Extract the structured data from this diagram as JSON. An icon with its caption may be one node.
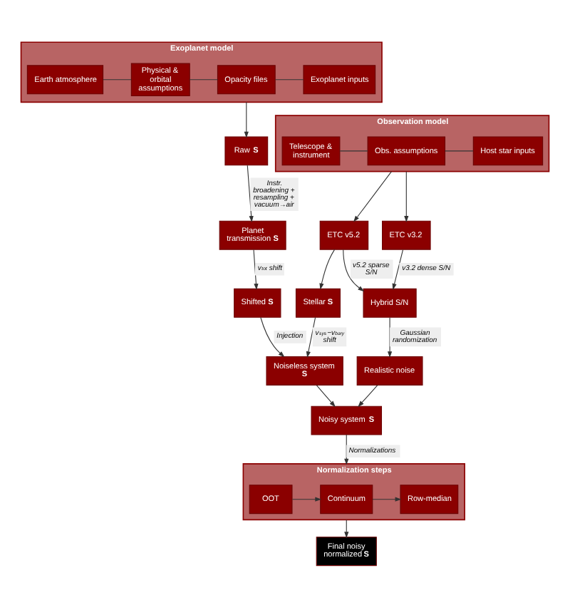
{
  "diagram": {
    "nodes": [
      {
        "text": [
          "Exoplanet model"
        ]
      },
      {
        "text": [
          "Earth atmosphere"
        ],
        "in": 0
      },
      {
        "text": [
          "Physical & orbital assumptions"
        ],
        "in": 0
      },
      {
        "text": [
          "Opacity files"
        ],
        "in": 0
      },
      {
        "text": [
          "Exoplanet inputs"
        ],
        "in": 0
      },
      {
        "text": [
          "Observation model"
        ]
      },
      {
        "text": [
          "Telescope & instrument"
        ],
        "in": 5
      },
      {
        "text": [
          "Obs. assumptions"
        ],
        "in": 5
      },
      {
        "text": [
          "Host star inputs"
        ],
        "in": 5
      },
      {
        "text": [
          "Raw **S**"
        ]
      },
      {
        "text": [
          "ETC v3.2"
        ]
      },
      {
        "text": [
          "ETC v5.2"
        ]
      },
      {
        "text": [
          "Planet transmission **S**"
        ]
      },
      {
        "text": [
          "Hybrid S/N"
        ]
      },
      {
        "text": [
          "Stellar **S**"
        ]
      },
      {
        "text": [
          "Shifted **S**"
        ]
      },
      {
        "text": [
          "Realistic noise"
        ]
      },
      {
        "text": [
          "Noiseless system **S**"
        ]
      },
      {
        "text": [
          "Noisy system **S**"
        ]
      },
      {
        "text": [
          "Normalization steps"
        ]
      },
      {
        "text": [
          "OOT"
        ],
        "in": 19
      },
      {
        "text": [
          "Continuum"
        ],
        "in": 19
      },
      {
        "text": [
          "Row-median"
        ],
        "in": 19
      },
      {
        "text": [
          "Final noisy normalized **S**"
        ]
      }
    ],
    "edges": [
      {
        "from": 1,
        "to": 2,
        "arrow": "none"
      },
      {
        "from": 2,
        "to": 3,
        "arrow": "none"
      },
      {
        "from": 3,
        "to": 4,
        "arrow": "none"
      },
      {
        "from": 0,
        "to": 9,
        "arrow": "to"
      },
      {
        "from": 9,
        "to": 12,
        "arrow": "to",
        "label": "Instr. broadening + resampling + vacuum→air"
      },
      {
        "from": 6,
        "to": 7,
        "arrow": "none"
      },
      {
        "from": 7,
        "to": 8,
        "arrow": "none"
      },
      {
        "from": 5,
        "to": 10,
        "arrow": "to"
      },
      {
        "from": 5,
        "to": 11,
        "arrow": "to"
      },
      {
        "from": 10,
        "to": 13,
        "arrow": "to",
        "label": "v3.2 dense S/N"
      },
      {
        "from": 11,
        "to": 13,
        "arrow": "to",
        "label": "v5.2 sparse S/N"
      },
      {
        "from": 11,
        "to": 14,
        "arrow": "to"
      },
      {
        "from": 12,
        "to": 15,
        "arrow": "to",
        "label": "v$_{tot}$ shift"
      },
      {
        "from": 13,
        "to": 16,
        "arrow": "to",
        "label": "Gaussian randomization"
      },
      {
        "from": 14,
        "to": 17,
        "arrow": "to",
        "label": "v$_{sys}$−v$_{bary}$ shift"
      },
      {
        "from": 15,
        "to": 17,
        "arrow": "to",
        "label": "Injection"
      },
      {
        "from": 16,
        "to": 18,
        "arrow": "to"
      },
      {
        "from": 17,
        "to": 18,
        "arrow": "to"
      },
      {
        "from": 18,
        "to": 19,
        "arrow": "to",
        "label": "Normalizations"
      },
      {
        "from": 20,
        "to": 21,
        "arrow": "to"
      },
      {
        "from": 21,
        "to": 22,
        "arrow": "to"
      },
      {
        "from": 19,
        "to": 23,
        "arrow": "to"
      }
    ]
  }
}
